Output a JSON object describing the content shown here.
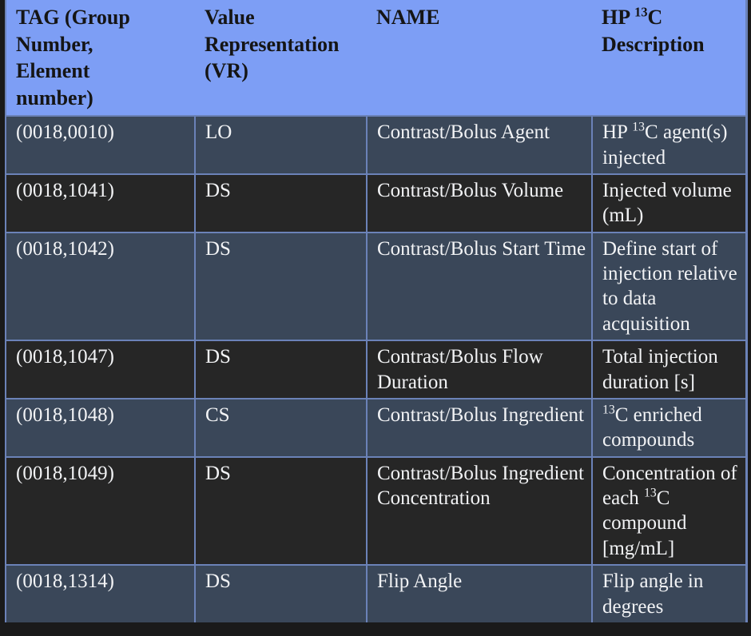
{
  "table": {
    "columns": [
      {
        "id": "tag",
        "header_lines": [
          "TAG (Group",
          "Number,",
          "Element",
          "number)"
        ],
        "header_text": "TAG (Group Number, Element number)"
      },
      {
        "id": "vr",
        "header_lines": [
          "Value",
          "Representation",
          "(VR)"
        ],
        "header_text": "Value Representation (VR)"
      },
      {
        "id": "name",
        "header_lines": [
          "NAME"
        ],
        "header_text": "NAME"
      },
      {
        "id": "desc",
        "header_pre": "HP ",
        "header_sup": "13",
        "header_post": "C",
        "header_line2": "Description",
        "header_text": "HP 13C Description"
      }
    ],
    "rows": [
      {
        "shade": "slate",
        "tag": "(0018,0010)",
        "vr": "LO",
        "name": "Contrast/Bolus Agent",
        "desc_pre": "HP ",
        "desc_sup": "13",
        "desc_post": "C agent(s) injected",
        "desc_text": "HP 13C agent(s) injected"
      },
      {
        "shade": "dark",
        "tag": "(0018,1041)",
        "vr": "DS",
        "name": "Contrast/Bolus Volume",
        "desc_pre": "",
        "desc_sup": "",
        "desc_post": "Injected volume (mL)",
        "desc_text": "Injected volume (mL)"
      },
      {
        "shade": "slate",
        "tag": "(0018,1042)",
        "vr": "DS",
        "name": "Contrast/Bolus Start Time",
        "desc_pre": "",
        "desc_sup": "",
        "desc_post": "Define start of injection relative to data acquisition",
        "desc_text": "Define start of injection relative to data acquisition"
      },
      {
        "shade": "dark",
        "tag": "(0018,1047)",
        "vr": "DS",
        "name": "Contrast/Bolus Flow Duration",
        "desc_pre": "",
        "desc_sup": "",
        "desc_post": "Total injection duration [s]",
        "desc_text": "Total injection duration [s]"
      },
      {
        "shade": "slate",
        "tag": "(0018,1048)",
        "vr": "CS",
        "name": "Contrast/Bolus Ingredient",
        "desc_pre": "",
        "desc_sup": "13",
        "desc_post": "C enriched compounds",
        "desc_text": "13C enriched compounds"
      },
      {
        "shade": "dark",
        "tag": "(0018,1049)",
        "vr": "DS",
        "name": "Contrast/Bolus Ingredient Concentration",
        "desc_pre": "Concentration of each ",
        "desc_sup": "13",
        "desc_post": "C compound [mg/mL]",
        "desc_text": "Concentration of each 13C compound [mg/mL]"
      },
      {
        "shade": "slate",
        "tag": "(0018,1314)",
        "vr": "DS",
        "name": "Flip Angle",
        "desc_pre": "",
        "desc_sup": "",
        "desc_post": "Flip angle in degrees",
        "desc_text": "Flip angle in degrees"
      }
    ]
  },
  "colors": {
    "header_background": "#7d9ef5",
    "header_text": "#151515",
    "row_slate_background": "#3a4759",
    "row_dark_background": "#262626",
    "row_text": "#f2f3f5",
    "grid_line": "#6b82b8",
    "page_background": "#1a1a1a"
  }
}
